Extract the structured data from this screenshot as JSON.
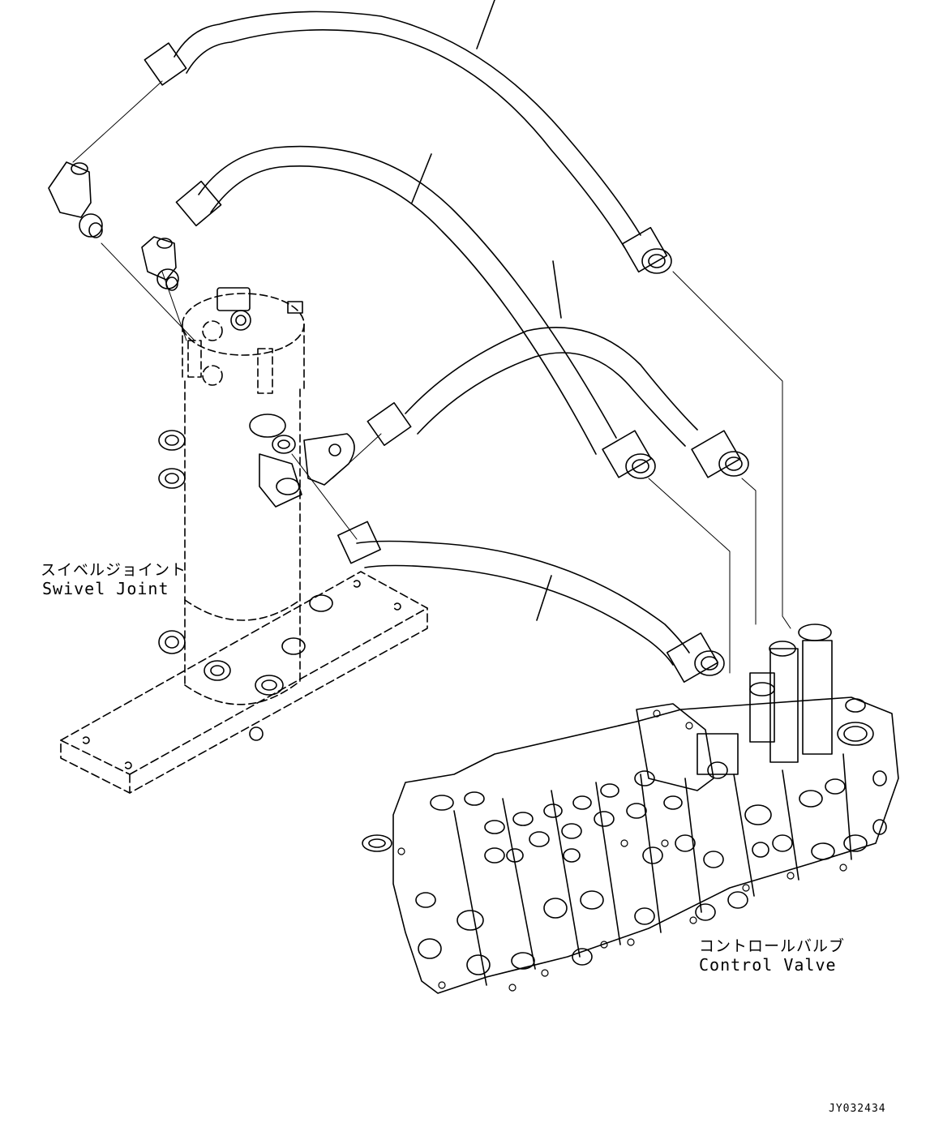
{
  "labels": {
    "swivel_joint_jp": "スイベルジョイント",
    "swivel_joint_en": "Swivel Joint",
    "control_valve_jp": "コントロールバルブ",
    "control_valve_en": "Control Valve"
  },
  "drawing_code": "JY032434",
  "colors": {
    "line": "#000000",
    "background": "#ffffff"
  }
}
